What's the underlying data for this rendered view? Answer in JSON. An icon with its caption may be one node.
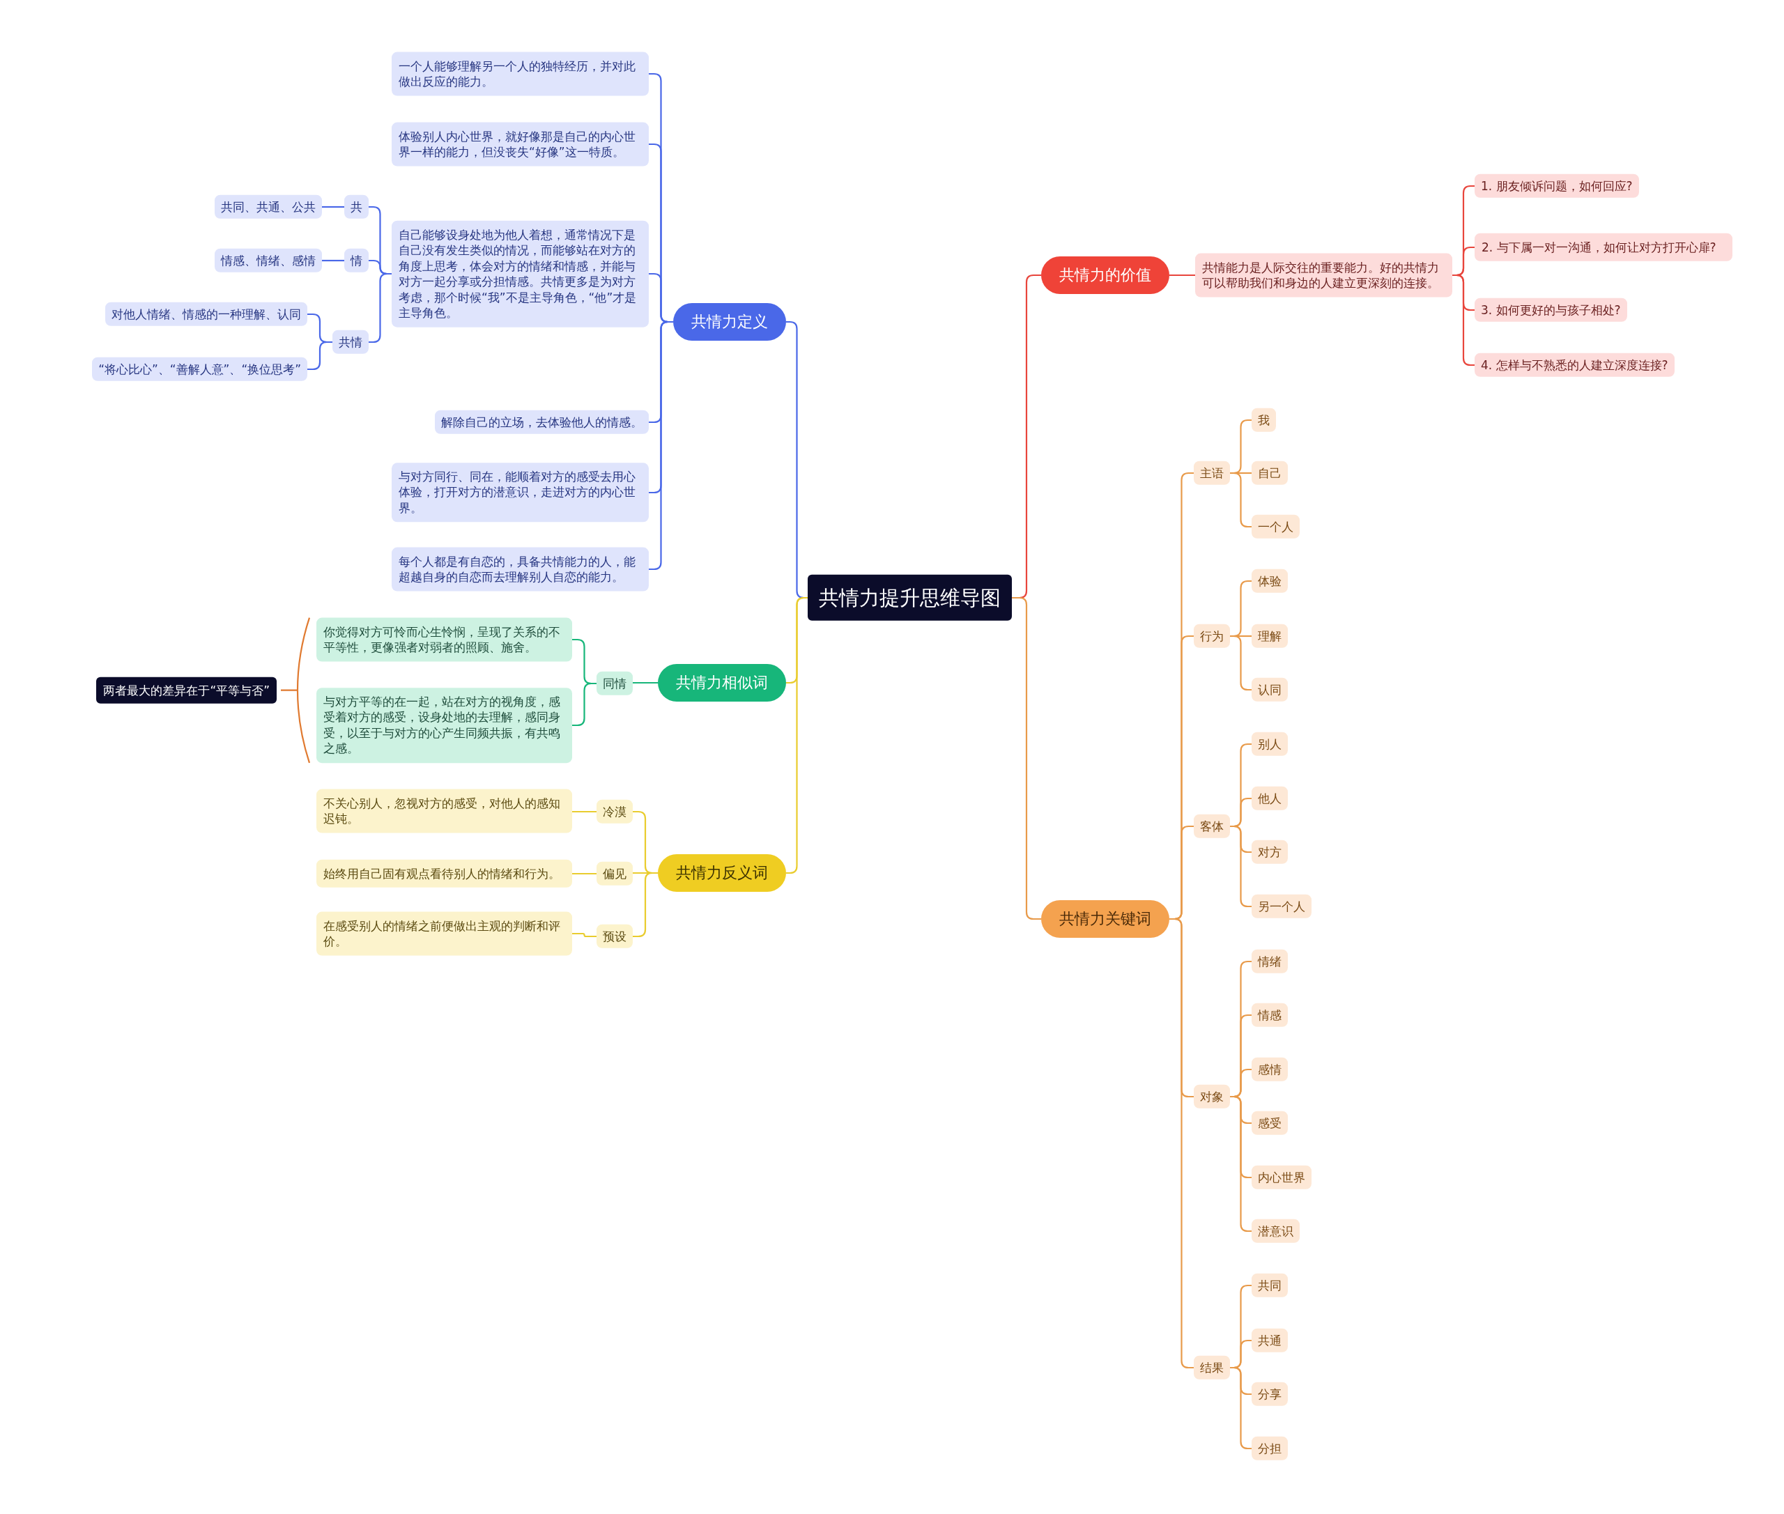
{
  "diagram": {
    "nodes": [
      {
        "text": [
          "共情力提升思维导图"
        ]
      },
      {
        "text": [
          "共情力定义"
        ]
      },
      {
        "text": [
          "一个人能够理解另一个人的独特经历，并对此做出反应的能力。"
        ]
      },
      {
        "text": [
          "体验别人内心世界，就好像那是自己的内心世界一样的能力，但没丧失“好像”这一特质。"
        ]
      },
      {
        "text": [
          "自己能够设身处地为他人着想，通常情况下是自己没有发生类似的情况，而能够站在对方的角度上思考，体会对方的情绪和情感，并能与对方一起分享或分担情感。共情更多是为对方考虑，那个时候“我”不是主导角色，“他”才是主导角色。"
        ]
      },
      {
        "text": [
          "共"
        ]
      },
      {
        "text": [
          "共同、共通、公共"
        ]
      },
      {
        "text": [
          "情"
        ]
      },
      {
        "text": [
          "情感、情绪、感情"
        ]
      },
      {
        "text": [
          "共情"
        ]
      },
      {
        "text": [
          "对他人情绪、情感的一种理解、认同"
        ]
      },
      {
        "text": [
          "“将心比心”、“善解人意”、“换位思考”"
        ]
      },
      {
        "text": [
          "解除自己的立场，去体验他人的情感。"
        ]
      },
      {
        "text": [
          "与对方同行、同在，能顺着对方的感受去用心体验，打开对方的潜意识，走进对方的内心世界。"
        ]
      },
      {
        "text": [
          "每个人都是有自恋的，具备共情能力的人，能超越自身的自恋而去理解别人自恋的能力。"
        ]
      },
      {
        "text": [
          "共情力相似词"
        ]
      },
      {
        "text": [
          "同情"
        ]
      },
      {
        "text": [
          "你觉得对方可怜而心生怜悯，呈现了关系的不平等性，更像强者对弱者的照顾、施舍。"
        ]
      },
      {
        "text": [
          "与对方平等的在一起，站在对方的视角度，感受着对方的感受，设身处地的去理解，感同身受，以至于与对方的心产生同频共振，有共鸣之感。"
        ]
      },
      {
        "text": [
          "两者最大的差异在于“平等与否”"
        ]
      },
      {
        "text": [
          "共情力反义词"
        ]
      },
      {
        "text": [
          "冷漠"
        ]
      },
      {
        "text": [
          "不关心别人，忽视对方的感受，对他人的感知迟钝。"
        ]
      },
      {
        "text": [
          "偏见"
        ]
      },
      {
        "text": [
          "始终用自己固有观点看待别人的情绪和行为。"
        ]
      },
      {
        "text": [
          "预设"
        ]
      },
      {
        "text": [
          "在感受别人的情绪之前便做出主观的判断和评价。"
        ]
      },
      {
        "text": [
          "共情力的价值"
        ]
      },
      {
        "text": [
          "共情能力是人际交往的重要能力。好的共情力可以帮助我们和身边的人建立更深刻的连接。"
        ]
      },
      {
        "text": [
          "1. 朋友倾诉问题，如何回应?"
        ]
      },
      {
        "text": [
          "2. 与下属一对一沟通，如何让对方打开心扉?"
        ]
      },
      {
        "text": [
          "3. 如何更好的与孩子相处?"
        ]
      },
      {
        "text": [
          "4. 怎样与不熟悉的人建立深度连接?"
        ]
      },
      {
        "text": [
          "共情力关键词"
        ]
      },
      {
        "text": [
          "主语"
        ]
      },
      {
        "text": [
          "我"
        ]
      },
      {
        "text": [
          "自己"
        ]
      },
      {
        "text": [
          "一个人"
        ]
      },
      {
        "text": [
          "行为"
        ]
      },
      {
        "text": [
          "体验"
        ]
      },
      {
        "text": [
          "理解"
        ]
      },
      {
        "text": [
          "认同"
        ]
      },
      {
        "text": [
          "客体"
        ]
      },
      {
        "text": [
          "别人"
        ]
      },
      {
        "text": [
          "他人"
        ]
      },
      {
        "text": [
          "对方"
        ]
      },
      {
        "text": [
          "另一个人"
        ]
      },
      {
        "text": [
          "对象"
        ]
      },
      {
        "text": [
          "情绪"
        ]
      },
      {
        "text": [
          "情感"
        ]
      },
      {
        "text": [
          "感情"
        ]
      },
      {
        "text": [
          "感受"
        ]
      },
      {
        "text": [
          "内心世界"
        ]
      },
      {
        "text": [
          "潜意识"
        ]
      },
      {
        "text": [
          "结果"
        ]
      },
      {
        "text": [
          "共同"
        ]
      },
      {
        "text": [
          "共通"
        ]
      },
      {
        "text": [
          "分享"
        ]
      },
      {
        "text": [
          "分担"
        ]
      }
    ],
    "edges": [
      {
        "from": 0,
        "to": 1,
        "arrow": "none",
        "color": "#4a68e8"
      },
      {
        "from": 1,
        "to": 2,
        "arrow": "none",
        "color": "#4a68e8"
      },
      {
        "from": 1,
        "to": 3,
        "arrow": "none",
        "color": "#4a68e8"
      },
      {
        "from": 1,
        "to": 4,
        "arrow": "none",
        "color": "#4a68e8"
      },
      {
        "from": 4,
        "to": 5,
        "arrow": "none",
        "color": "#4a68e8"
      },
      {
        "from": 5,
        "to": 6,
        "arrow": "none",
        "color": "#4a68e8"
      },
      {
        "from": 4,
        "to": 7,
        "arrow": "none",
        "color": "#4a68e8"
      },
      {
        "from": 7,
        "to": 8,
        "arrow": "none",
        "color": "#4a68e8"
      },
      {
        "from": 4,
        "to": 9,
        "arrow": "none",
        "color": "#4a68e8"
      },
      {
        "from": 9,
        "to": 10,
        "arrow": "none",
        "color": "#4a68e8"
      },
      {
        "from": 9,
        "to": 11,
        "arrow": "none",
        "color": "#4a68e8"
      },
      {
        "from": 1,
        "to": 12,
        "arrow": "none",
        "color": "#4a68e8"
      },
      {
        "from": 1,
        "to": 13,
        "arrow": "none",
        "color": "#4a68e8"
      },
      {
        "from": 1,
        "to": 14,
        "arrow": "none",
        "color": "#4a68e8"
      },
      {
        "from": 0,
        "to": 15,
        "arrow": "none",
        "color": "#e9cc2e"
      },
      {
        "from": 15,
        "to": 16,
        "arrow": "none",
        "color": "#17b67a"
      },
      {
        "from": 16,
        "to": 17,
        "arrow": "none",
        "color": "#17b67a"
      },
      {
        "from": 16,
        "to": 18,
        "arrow": "none",
        "color": "#17b67a"
      },
      {
        "from": 0,
        "to": 20,
        "arrow": "none",
        "color": "#e9cc2e"
      },
      {
        "from": 20,
        "to": 21,
        "arrow": "none",
        "color": "#e9cc2e"
      },
      {
        "from": 21,
        "to": 22,
        "arrow": "none",
        "color": "#e9cc2e"
      },
      {
        "from": 20,
        "to": 23,
        "arrow": "none",
        "color": "#e9cc2e"
      },
      {
        "from": 23,
        "to": 24,
        "arrow": "none",
        "color": "#e9cc2e"
      },
      {
        "from": 20,
        "to": 25,
        "arrow": "none",
        "color": "#e9cc2e"
      },
      {
        "from": 25,
        "to": 26,
        "arrow": "none",
        "color": "#e9cc2e"
      },
      {
        "from": 0,
        "to": 27,
        "arrow": "none",
        "color": "#e8453c"
      },
      {
        "from": 27,
        "to": 28,
        "arrow": "none",
        "color": "#e8453c"
      },
      {
        "from": 28,
        "to": 29,
        "arrow": "none",
        "color": "#e8453c"
      },
      {
        "from": 28,
        "to": 30,
        "arrow": "none",
        "color": "#e8453c"
      },
      {
        "from": 28,
        "to": 31,
        "arrow": "none",
        "color": "#e8453c"
      },
      {
        "from": 28,
        "to": 32,
        "arrow": "none",
        "color": "#e8453c"
      },
      {
        "from": 0,
        "to": 33,
        "arrow": "none"
      },
      {
        "from": 33,
        "to": 34,
        "arrow": "none"
      },
      {
        "from": 34,
        "to": 35,
        "arrow": "none"
      },
      {
        "from": 34,
        "to": 36,
        "arrow": "none"
      },
      {
        "from": 34,
        "to": 37,
        "arrow": "none"
      },
      {
        "from": 33,
        "to": 38,
        "arrow": "none"
      },
      {
        "from": 38,
        "to": 39,
        "arrow": "none"
      },
      {
        "from": 38,
        "to": 40,
        "arrow": "none"
      },
      {
        "from": 38,
        "to": 41,
        "arrow": "none"
      },
      {
        "from": 33,
        "to": 42,
        "arrow": "none"
      },
      {
        "from": 42,
        "to": 43,
        "arrow": "none"
      },
      {
        "from": 42,
        "to": 44,
        "arrow": "none"
      },
      {
        "from": 42,
        "to": 45,
        "arrow": "none"
      },
      {
        "from": 42,
        "to": 46,
        "arrow": "none"
      },
      {
        "from": 33,
        "to": 47,
        "arrow": "none"
      },
      {
        "from": 47,
        "to": 48,
        "arrow": "none"
      },
      {
        "from": 47,
        "to": 49,
        "arrow": "none"
      },
      {
        "from": 47,
        "to": 50,
        "arrow": "none"
      },
      {
        "from": 47,
        "to": 51,
        "arrow": "none"
      },
      {
        "from": 47,
        "to": 52,
        "arrow": "none"
      },
      {
        "from": 47,
        "to": 53,
        "arrow": "none"
      },
      {
        "from": 33,
        "to": 54,
        "arrow": "none"
      },
      {
        "from": 54,
        "to": 55,
        "arrow": "none"
      },
      {
        "from": 54,
        "to": 56,
        "arrow": "none"
      },
      {
        "from": 54,
        "to": 57,
        "arrow": "none"
      },
      {
        "from": 54,
        "to": 58,
        "arrow": "none"
      }
    ]
  }
}
